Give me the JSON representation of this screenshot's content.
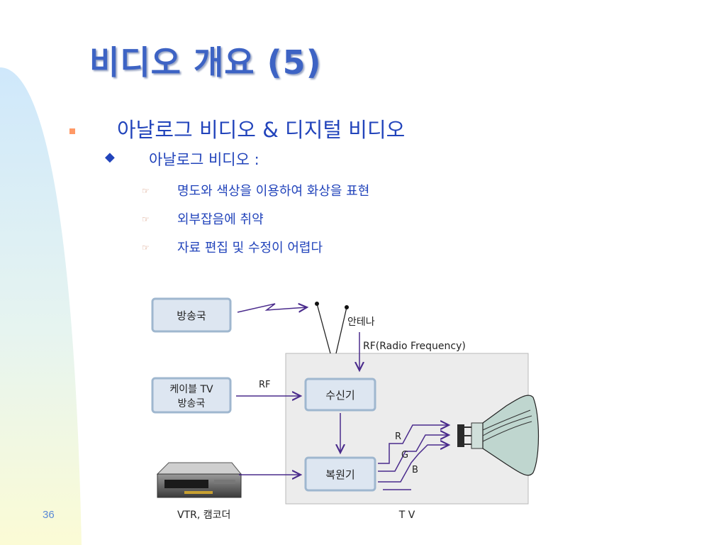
{
  "slide": {
    "title": "비디오 개요 (5)",
    "page_number": "36"
  },
  "content": {
    "level1": "아날로그 비디오 & 디지털 비디오",
    "level2": "아날로그 비디오 :",
    "level3": [
      "명도와 색상을 이용하여 화상을 표현",
      "외부잡음에 취약",
      "자료 편집 및 수정이 어렵다"
    ]
  },
  "diagram": {
    "broadcast_station": "방송국",
    "cable_station_line1": "케이블 TV",
    "cable_station_line2": "방송국",
    "antenna": "안테나",
    "rf_full": "RF(Radio Frequency)",
    "rf": "RF",
    "receiver": "수신기",
    "decoder": "복원기",
    "r": "R",
    "g": "G",
    "b": "B",
    "vtr": "VTR, 캠코더",
    "tv": "T V"
  },
  "colors": {
    "title": "#3d63c4",
    "text": "#2244bb",
    "box_fill": "#dde6f1",
    "box_stroke": "#9fb7cf",
    "arrow": "#4a2b8c",
    "tv_panel": "#ececec",
    "crt": "#bfd6cf"
  }
}
